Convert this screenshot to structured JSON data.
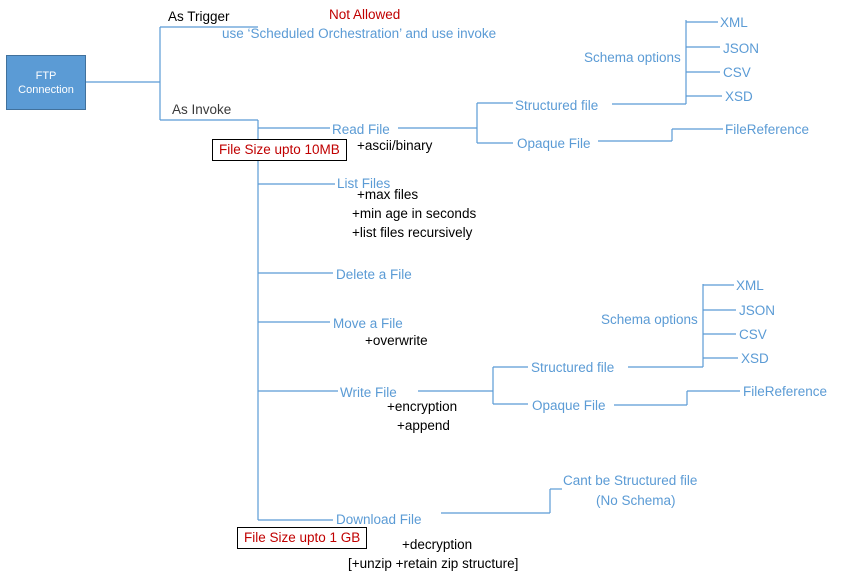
{
  "root": {
    "line1": "FTP",
    "line2": "Connection"
  },
  "trigger": {
    "label": "As Trigger",
    "status": "Not Allowed",
    "note": "use ‘Scheduled Orchestration’ and use invoke"
  },
  "invoke": {
    "label": "As Invoke",
    "read_file": {
      "label": "Read File",
      "size_limit": "File Size upto 10MB",
      "option": "+ascii/binary",
      "structured": "Structured file",
      "schema_options": "Schema options",
      "schemas": [
        "XML",
        "JSON",
        "CSV",
        "XSD"
      ],
      "opaque": "Opaque File",
      "file_reference": "FileReference"
    },
    "list_files": {
      "label": "List Files",
      "options": [
        "+max files",
        "+min age in seconds",
        "+list files recursively"
      ]
    },
    "delete_file": {
      "label": "Delete a File"
    },
    "move_file": {
      "label": "Move a File",
      "option": "+overwrite"
    },
    "write_file": {
      "label": "Write File",
      "options": [
        "+encryption",
        "+append"
      ],
      "structured": "Structured file",
      "schema_options": "Schema options",
      "schemas": [
        "XML",
        "JSON",
        "CSV",
        "XSD"
      ],
      "opaque": "Opaque File",
      "file_reference": "FileReference"
    },
    "download_file": {
      "label": "Download File",
      "size_limit": "File Size upto 1 GB",
      "note_line1": "Cant be Structured file",
      "note_line2": "(No Schema)",
      "option": "+decryption",
      "option2": "[+unzip +retain zip structure]"
    }
  },
  "colors": {
    "accent": "#5b9bd5",
    "warning": "#c00000",
    "text": "#000000"
  }
}
